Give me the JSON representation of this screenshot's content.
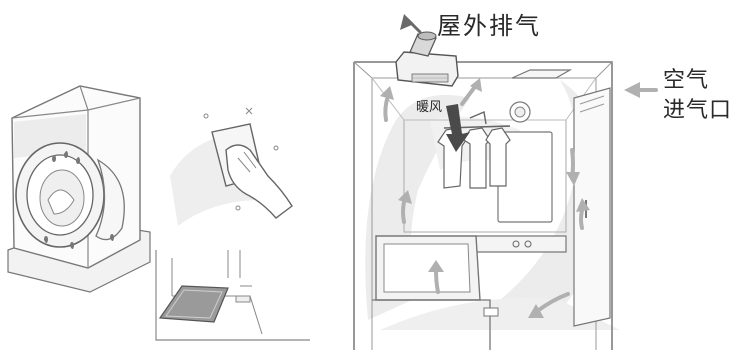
{
  "labels": {
    "exhaust": "屋外排气",
    "warm_air": "暖风",
    "intake_line1": "空气",
    "intake_line2": "进气口"
  },
  "colors": {
    "line": "#6f6f6f",
    "airflow": "#e6e6e6",
    "arrow": "#9a9a9a",
    "arrow_dark": "#5a5a5a",
    "text": "#2a2a2a"
  },
  "icons": [
    "washing-machine",
    "cloth-wipe-hand",
    "bath-mat",
    "bathroom-dryer-fan",
    "hanging-clothes",
    "airflow-arrows"
  ]
}
